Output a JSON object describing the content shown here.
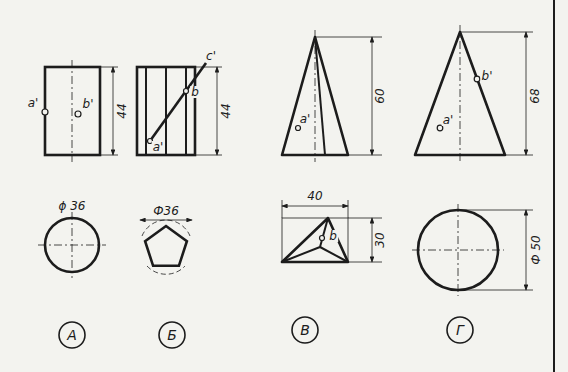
{
  "diagram": {
    "nodes": [
      {
        "text": [
          "А"
        ]
      },
      {
        "text": [
          "Б"
        ]
      },
      {
        "text": [
          "В"
        ]
      },
      {
        "text": [
          "Г"
        ]
      }
    ],
    "labels": [
      "a'",
      "b'",
      "44",
      "c'",
      "b",
      "a'",
      "44",
      "60",
      "a'",
      "68",
      "b'",
      "a'",
      "ϕ 36",
      "Ф36",
      "40",
      "30",
      "b",
      "Ф 50"
    ]
  }
}
